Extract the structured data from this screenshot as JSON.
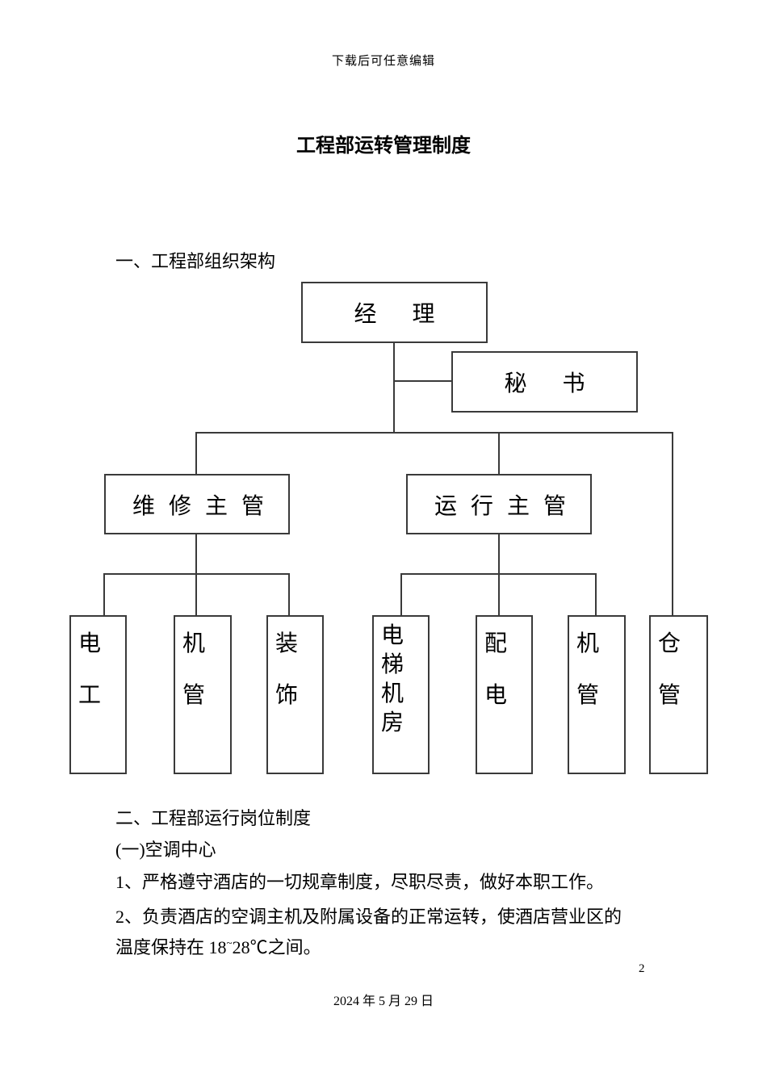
{
  "page": {
    "header_note": "下载后可任意编辑",
    "title": "工程部运转管理制度",
    "page_number": "2",
    "footer_date": "2024 年 5 月 29 日"
  },
  "sections": {
    "section1_heading": "一、工程部组织架构",
    "section2_heading": "二、工程部运行岗位制度",
    "subsection_heading": "(一)空调中心",
    "item1": "1、严格遵守酒店的一切规章制度，尽职尽责，做好本职工作。",
    "item2_line1": "2、负责酒店的空调主机及附属设备的正常运转，使酒店营业区的",
    "item2_line2": {
      "pre": "温度保持在 18",
      "tilde": "~",
      "post": "28℃之间。"
    }
  },
  "org_chart": {
    "manager_label": "经　理",
    "secretary_label": "秘　书",
    "maintenance_supervisor_label": "维 修 主 管",
    "operation_supervisor_label": "运 行 主 管",
    "leaves": [
      {
        "label": "电工"
      },
      {
        "label": "机管"
      },
      {
        "label": "装饰"
      },
      {
        "label": "电梯机房"
      },
      {
        "label": "配电"
      },
      {
        "label": "机管"
      },
      {
        "label": "仓管"
      }
    ]
  }
}
